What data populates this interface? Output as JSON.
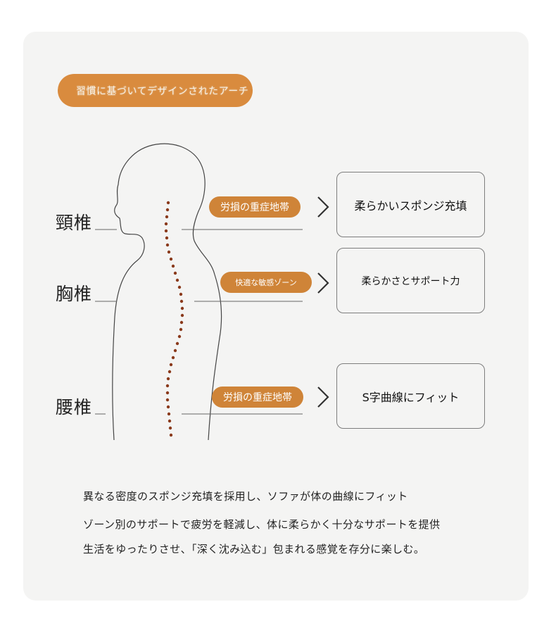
{
  "header": {
    "title": "習慣に基づいてデザインされたアーチ"
  },
  "spine_labels": {
    "cervical": "頸椎",
    "thoracic": "胸椎",
    "lumbar": "腰椎"
  },
  "rows": [
    {
      "tag": "労損の重症地帯",
      "box": "柔らかいスポンジ充填"
    },
    {
      "tag": "快適な敏感ゾーン",
      "box": "柔らかさとサポート力"
    },
    {
      "tag": "労損の重症地帯",
      "box": "S字曲線にフィット"
    }
  ],
  "description": [
    "異なる密度のスポンジ充填を採用し、ソファが体の曲線にフィット",
    "ゾーン別のサポートで疲労を軽減し、体に柔らかく十分なサポートを提供",
    "生活をゆったりさせ、「深く沈み込む」包まれる感覚を存分に楽しむ。"
  ],
  "colors": {
    "accent": "#cf8438",
    "spine_dots": "#8a3a1c",
    "card_bg": "#f4f4f3"
  },
  "icons": [
    "chevron-right-icon",
    "human-silhouette-icon"
  ]
}
